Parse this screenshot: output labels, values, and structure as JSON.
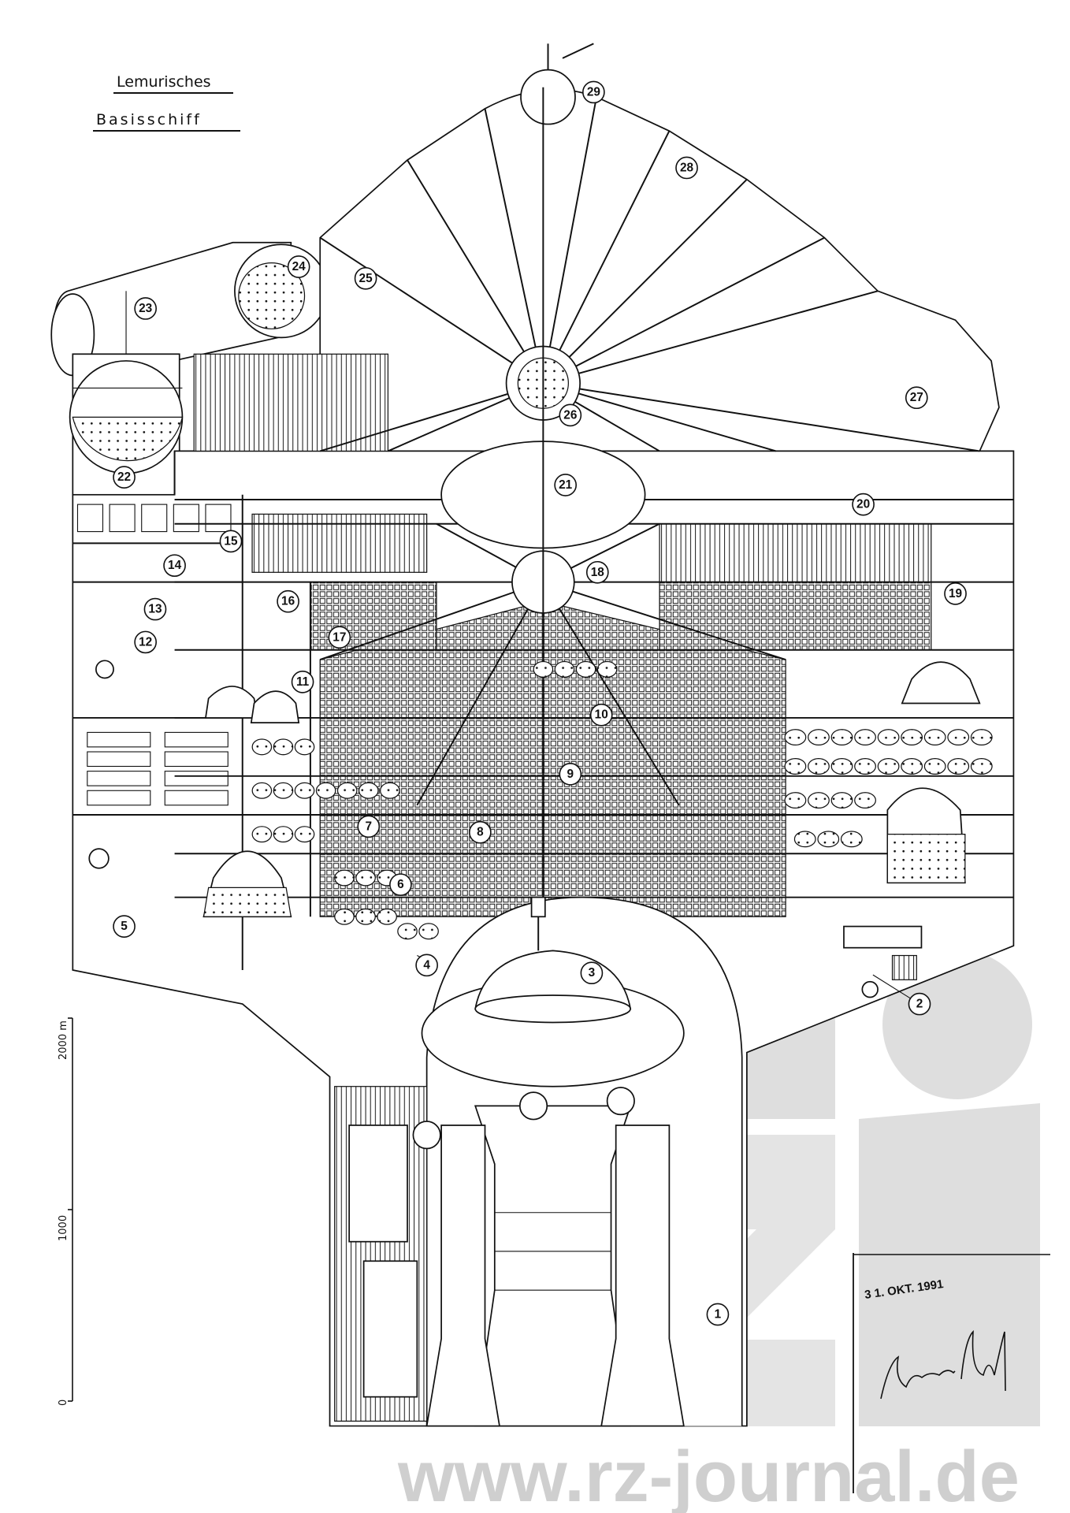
{
  "title": {
    "line1": "Lemurisches",
    "line2": "Basisschiff"
  },
  "scale_bar": {
    "top_label": "2000 m",
    "mid_label": "1000",
    "zero_label": "0"
  },
  "callouts": [
    "1",
    "2",
    "3",
    "4",
    "5",
    "6",
    "7",
    "8",
    "9",
    "10",
    "11",
    "12",
    "13",
    "14",
    "15",
    "16",
    "17",
    "18",
    "19",
    "20",
    "21",
    "22",
    "23",
    "24",
    "25",
    "26",
    "27",
    "28",
    "29"
  ],
  "stamp": {
    "date": "3 1. OKT. 1991",
    "signature": "Andreas"
  },
  "watermark": {
    "text": "www.rz-journal.de",
    "logo": "rz"
  }
}
